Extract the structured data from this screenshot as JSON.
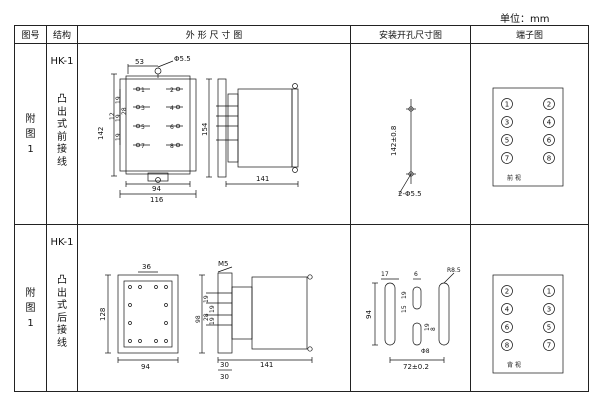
{
  "unit_label": "单位：mm",
  "headers": {
    "fig_no": "图号",
    "structure": "结构",
    "outline": "外 形 尺 寸 图",
    "mounting": "安装开孔尺寸图",
    "terminal": "端子图"
  },
  "rows": [
    {
      "fig_label": [
        "附",
        "图",
        "1"
      ],
      "model": "HK-1",
      "structure_text": [
        "凸",
        "出",
        "式",
        "前",
        "接",
        "线"
      ],
      "outline_dims": {
        "top_width": "53",
        "hole_dia": "Φ5.5",
        "h142": "142",
        "h12": "12",
        "h19a": "19",
        "h19b": "19",
        "h19c": "19",
        "h28": "28",
        "w94": "94",
        "w116": "116",
        "side_h154": "154",
        "side_w141": "141",
        "pins": [
          "1",
          "2",
          "3",
          "4",
          "5",
          "6",
          "7",
          "8"
        ]
      },
      "mounting_dims": {
        "spacing": "142±0.8",
        "holes": "2-Φ5.5"
      },
      "terminals": {
        "left": [
          "1",
          "3",
          "5",
          "7"
        ],
        "right": [
          "2",
          "4",
          "6",
          "8"
        ],
        "caption": "前 视"
      }
    },
    {
      "fig_label": [
        "附",
        "图",
        "1"
      ],
      "model": "HK-1",
      "structure_text": [
        "凸",
        "出",
        "式",
        "后",
        "接",
        "线"
      ],
      "outline_dims": {
        "top_width": "36",
        "h128": "128",
        "w94": "94",
        "m5": "M5",
        "h98": "98",
        "h19a": "19",
        "h19b": "19",
        "h19c": "19",
        "h28": "28",
        "w30a": "30",
        "w141": "141",
        "w30b": "30"
      },
      "mounting_dims": {
        "w17": "17",
        "w6": "6",
        "r": "R8.5",
        "h94": "94",
        "h19a": "19",
        "h15": "15",
        "h19b": "19",
        "h8": "8",
        "w83": "Φ8",
        "w72": "72±0.2"
      },
      "terminals": {
        "left": [
          "2",
          "4",
          "6",
          "8"
        ],
        "right": [
          "1",
          "3",
          "5",
          "7"
        ],
        "caption": "背 视"
      }
    }
  ]
}
